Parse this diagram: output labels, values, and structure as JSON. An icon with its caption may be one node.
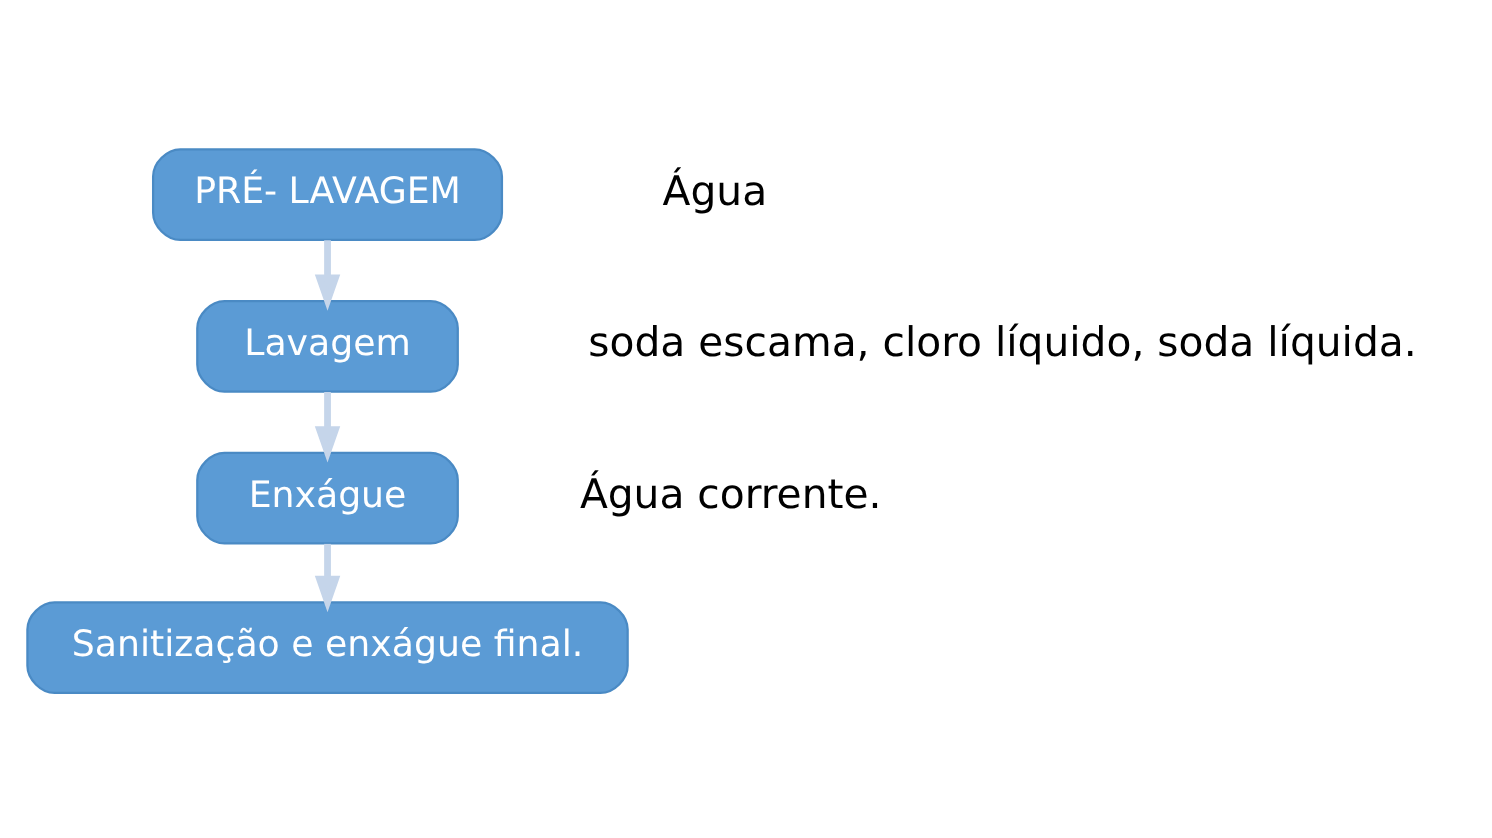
{
  "diagram": {
    "nodes": [
      {
        "text": [
          "PRÉ- LAVAGEM"
        ],
        "beside": [
          "Água"
        ]
      },
      {
        "text": [
          "Lavagem"
        ],
        "beside": [
          "soda escama, cloro líquido, soda líquida."
        ]
      },
      {
        "text": [
          "Enxágue"
        ],
        "beside": [
          "Água corrente."
        ]
      },
      {
        "text": [
          "Sanitização e enxágue final."
        ]
      }
    ],
    "edges": [
      {
        "from": 0,
        "to": 1,
        "arrow": "to"
      },
      {
        "from": 1,
        "to": 2,
        "arrow": "to"
      },
      {
        "from": 2,
        "to": 3,
        "arrow": "to"
      }
    ]
  }
}
